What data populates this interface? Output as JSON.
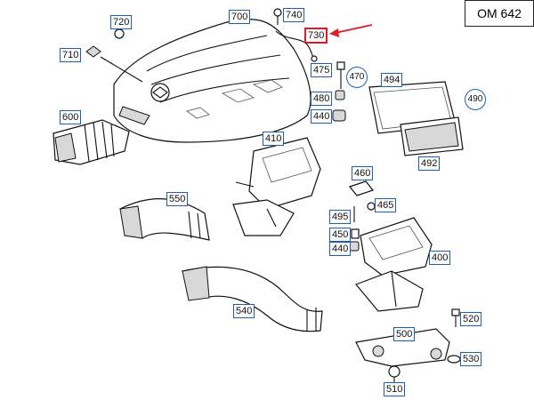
{
  "title": "OM 642",
  "highlight_color": "#e01b24",
  "callout_color": "#1a5fb4",
  "callouts": {
    "p720": "720",
    "p700": "700",
    "p740": "740",
    "p730": "730",
    "p710": "710",
    "p475": "475",
    "p470": "470",
    "p494": "494",
    "p490": "490",
    "p480": "480",
    "p440a": "440",
    "p600": "600",
    "p410": "410",
    "p492": "492",
    "p460": "460",
    "p550": "550",
    "p465": "465",
    "p495": "495",
    "p450": "450",
    "p440b": "440",
    "p400": "400",
    "p540": "540",
    "p520": "520",
    "p500": "500",
    "p530": "530",
    "p510": "510"
  },
  "selected_part": "730"
}
